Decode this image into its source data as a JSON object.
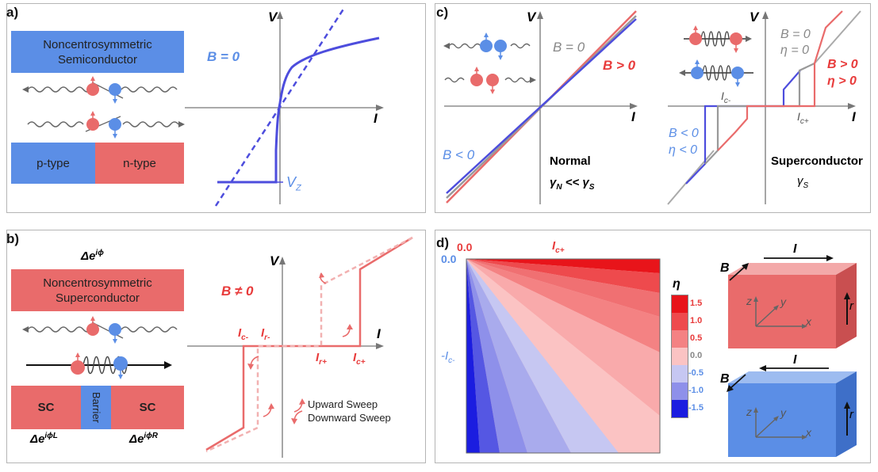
{
  "panel_a": {
    "label": "a)",
    "semiconductor_box": "Noncentrosymmetric\nSemiconductor",
    "p_type": "p-type",
    "n_type": "n-type",
    "axis_v": "V",
    "axis_i": "I",
    "b_label": "B = 0",
    "vz_label": "V",
    "vz_sub": "Z",
    "colors": {
      "blue": "#5b8ee6",
      "red": "#e96b6b",
      "curve": "#4d4ddd"
    }
  },
  "panel_b": {
    "label": "b)",
    "delta_top": "Δe",
    "delta_top_sup": "iϕ",
    "superconductor_box": "Noncentrosymmetric\nSuperconductor",
    "sc_left": "SC",
    "barrier": "Barrier",
    "sc_right": "SC",
    "delta_left": "Δe",
    "delta_left_sup": "iϕL",
    "delta_right": "Δe",
    "delta_right_sup": "iϕR",
    "axis_v": "V",
    "axis_i": "I",
    "b_label": "B ≠ 0",
    "ic_minus": "I",
    "ic_minus_sub": "c-",
    "ir_minus": "I",
    "ir_minus_sub": "r-",
    "ir_plus": "I",
    "ir_plus_sub": "r+",
    "ic_plus": "I",
    "ic_plus_sub": "c+",
    "legend_up": "Upward Sweep",
    "legend_down": "Downward Sweep"
  },
  "panel_c": {
    "label": "c)",
    "axis_v_left": "V",
    "axis_i_left": "I",
    "b0": "B = 0",
    "b_pos": "B > 0",
    "b_neg": "B < 0",
    "normal_title": "Normal",
    "normal_gamma": "γ",
    "normal_gamma_sub": "N",
    "normal_rel": " << γ",
    "normal_rel_sub": "S",
    "axis_v_right": "V",
    "axis_i_right": "I",
    "sc_b0": "B = 0",
    "sc_eta0": "η = 0",
    "sc_bpos": "B > 0",
    "sc_etapos": "η > 0",
    "sc_bneg": "B < 0",
    "sc_etaneg": "η < 0",
    "ic_minus": "I",
    "ic_minus_sub": "c-",
    "ic_plus": "I",
    "ic_plus_sub": "c+",
    "sc_title": "Superconductor",
    "sc_gamma": "γ",
    "sc_gamma_sub": "S"
  },
  "panel_d": {
    "label": "d)",
    "x_top_left": "0.0",
    "x_top_right": "I",
    "x_top_right_sub": "c+",
    "y_top": "0.0",
    "y_mid": "-I",
    "y_mid_sub": "c-",
    "colorbar_title": "η",
    "colorbar": [
      {
        "label": "1.5",
        "color": "#e8141a"
      },
      {
        "label": "1.0",
        "color": "#ee4a4d"
      },
      {
        "label": "0.5",
        "color": "#f48283"
      },
      {
        "label": "0.0",
        "color": "#fbc3c3"
      },
      {
        "label": "-0.5",
        "color": "#c6c7f2"
      },
      {
        "label": "-1.0",
        "color": "#8e90ea"
      },
      {
        "label": "-1.5",
        "color": "#1b1de0"
      }
    ],
    "cube_top": {
      "i": "I",
      "b": "B",
      "r": "r",
      "x": "x",
      "y": "y",
      "z": "z"
    },
    "cube_bottom": {
      "i": "I",
      "b": "B",
      "r": "r",
      "x": "x",
      "y": "y",
      "z": "z"
    }
  }
}
